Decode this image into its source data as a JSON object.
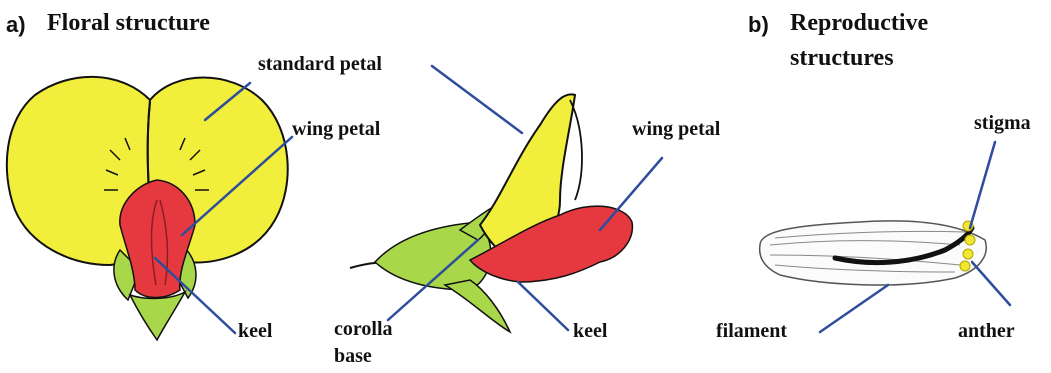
{
  "panels": {
    "a": {
      "letter": "a)",
      "title": "Floral structure"
    },
    "b": {
      "letter": "b)",
      "title_line1": "Reproductive",
      "title_line2": "structures"
    }
  },
  "labels": {
    "front_standard_petal": "standard petal",
    "front_wing_petal": "wing petal",
    "front_keel": "keel",
    "side_wing_petal": "wing petal",
    "side_keel": "keel",
    "corolla_base_line1": "corolla",
    "corolla_base_line2": "base",
    "stigma": "stigma",
    "filament": "filament",
    "anther": "anther"
  },
  "colors": {
    "petal_yellow": "#f2ee3c",
    "keel_red": "#e6393f",
    "sepal_green": "#a8d84a",
    "leader_line_blue": "#2e4d9c",
    "stamen_black": "#111111",
    "anther_yellow": "#f0e830"
  }
}
